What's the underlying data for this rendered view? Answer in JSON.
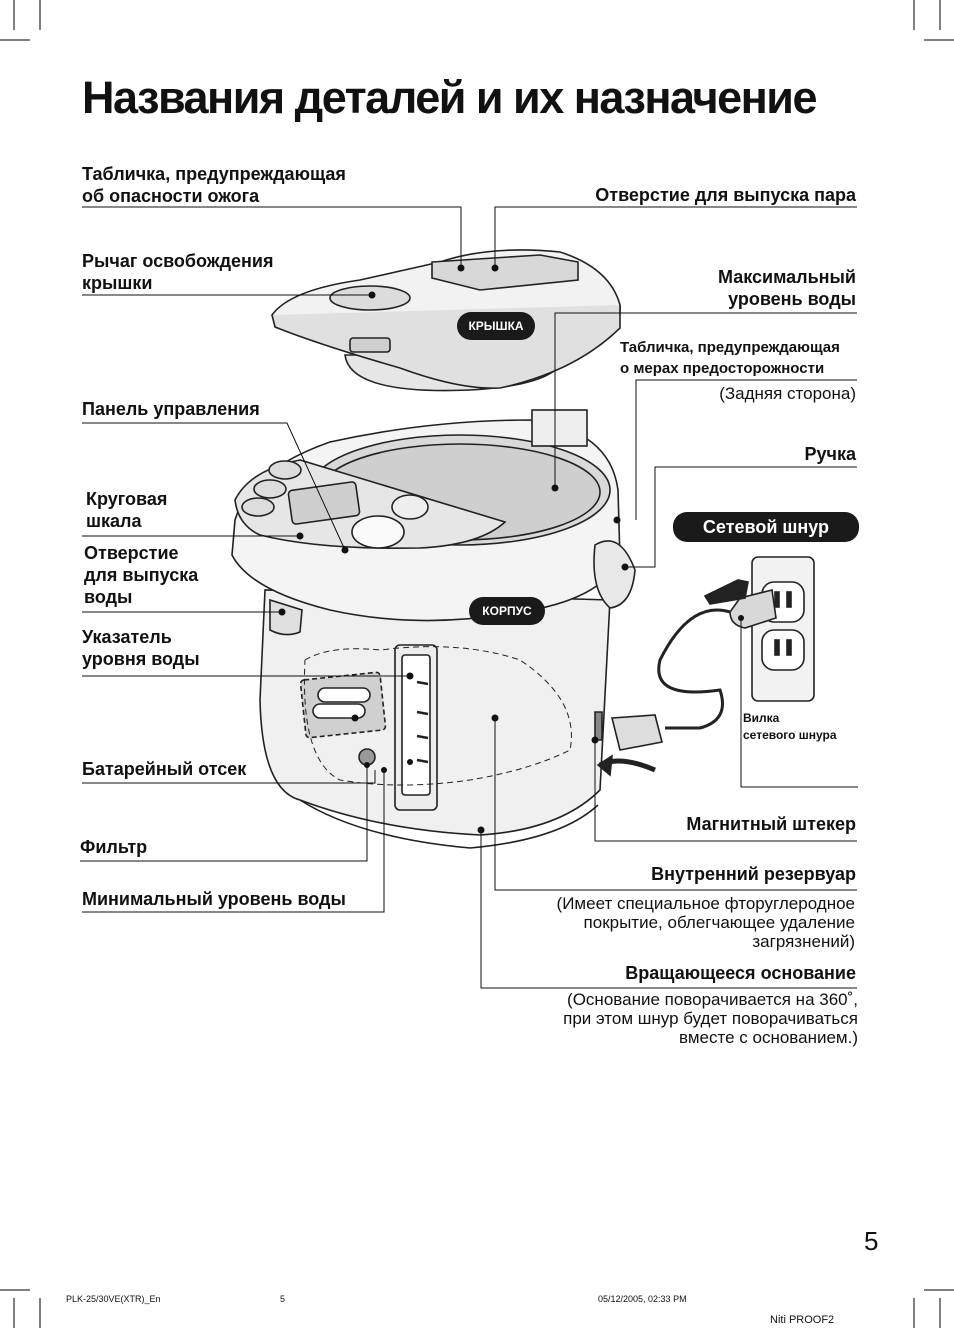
{
  "page": {
    "title": "Названия деталей и их назначение",
    "page_number": "5",
    "footer": {
      "file": "PLK-25/30VE(XTR)_En",
      "page": "5",
      "date": "05/12/2005, 02:33 PM",
      "proof": "Niti  PROOF2"
    }
  },
  "labels": {
    "burn_warning_plate": "Табличка, предупреждающая\nоб опасности ожога",
    "lid_release_lever": "Рычаг освобождения\nкрышки",
    "control_panel": "Панель управления",
    "dial": "Круговая\nшкала",
    "water_outlet": "Отверстие\nдля выпуска\nводы",
    "water_gauge": "Указатель\nуровня воды",
    "battery_compartment": "Батарейный отсек",
    "filter": "Фильтр",
    "min_water_level": "Минимальный уровень воды",
    "steam_vent": "Отверстие для выпуска пара",
    "max_water_level": "Максимальный\nуровень воды",
    "caution_plate": "Табличка, предупреждающая\nо мерах предосторожности",
    "caution_plate_note": "(Задняя сторона)",
    "handle": "Ручка",
    "power_cord": "Сетевой шнур",
    "plug": "Вилка\nсетевого шнура",
    "magnetic_plug": "Магнитный штекер",
    "inner_container": "Внутренний резервуар",
    "inner_container_note": "(Имеет специальное фторуглеродное\nпокрытие, облегчающее удаление\nзагрязнений)",
    "rotating_base": "Вращающееся основание",
    "rotating_base_note": "(Основание поворачивается на 360˚,\nпри этом шнур будет поворачиваться\nвместе с основанием.)"
  },
  "badges": {
    "lid": "КРЫШКА",
    "body": "КОРПУС"
  }
}
